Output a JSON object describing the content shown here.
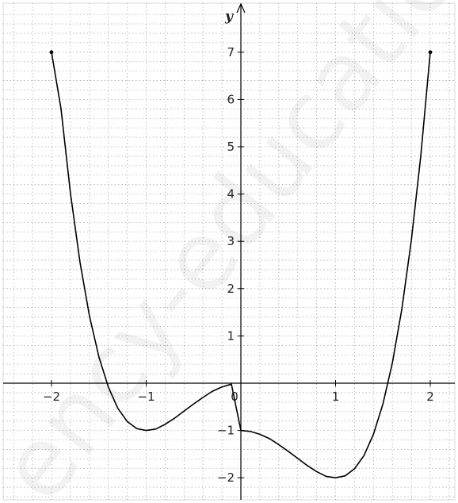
{
  "chart_data": {
    "type": "line",
    "title": "",
    "xlabel": "",
    "ylabel": "y",
    "xlim": [
      -2.5,
      2.3
    ],
    "ylim": [
      -2.55,
      7.8
    ],
    "grid": true,
    "grid_minor_step": 0.2,
    "x_ticks": [
      {
        "value": -2,
        "label": "−2"
      },
      {
        "value": -1,
        "label": "−1"
      },
      {
        "value": 0,
        "label": "0"
      },
      {
        "value": 1,
        "label": "1"
      },
      {
        "value": 2,
        "label": "2"
      }
    ],
    "y_ticks": [
      {
        "value": 7,
        "label": "7"
      },
      {
        "value": 6,
        "label": "6"
      },
      {
        "value": 5,
        "label": "5"
      },
      {
        "value": 4,
        "label": "4"
      },
      {
        "value": 3,
        "label": "3"
      },
      {
        "value": 2,
        "label": "2"
      },
      {
        "value": 1,
        "label": "1"
      },
      {
        "value": -1,
        "label": "−1"
      },
      {
        "value": -2,
        "label": "−2"
      }
    ],
    "series": [
      {
        "x": [
          -2.0,
          -1.9,
          -1.8,
          -1.7,
          -1.6,
          -1.5,
          -1.4,
          -1.3,
          -1.2,
          -1.1,
          -1.0,
          -0.9,
          -0.8,
          -0.7,
          -0.6,
          -0.5,
          -0.4,
          -0.3,
          -0.2,
          -0.1,
          0.0,
          0.1,
          0.2,
          0.3,
          0.4,
          0.5,
          0.6,
          0.7,
          0.8,
          0.9,
          1.0,
          1.1,
          1.2,
          1.3,
          1.4,
          1.5,
          1.6,
          1.7,
          1.8,
          1.9,
          2.0
        ],
        "y": [
          7.0,
          5.81,
          4.02,
          2.57,
          1.43,
          0.56,
          -0.08,
          -0.53,
          -0.81,
          -0.96,
          -1.0,
          -0.97,
          -0.87,
          -0.74,
          -0.59,
          -0.44,
          -0.3,
          -0.17,
          -0.08,
          -0.02,
          -1.0,
          -1.02,
          -1.08,
          -1.17,
          -1.3,
          -1.44,
          -1.59,
          -1.74,
          -1.87,
          -1.97,
          -2.0,
          -1.96,
          -1.81,
          -1.53,
          -1.08,
          -0.44,
          0.43,
          1.57,
          3.02,
          4.81,
          7.0
        ],
        "color": "#000000"
      }
    ],
    "endpoints": [
      {
        "x": -2,
        "y": 7
      },
      {
        "x": 2,
        "y": 7
      }
    ],
    "watermark": "ency-education"
  }
}
